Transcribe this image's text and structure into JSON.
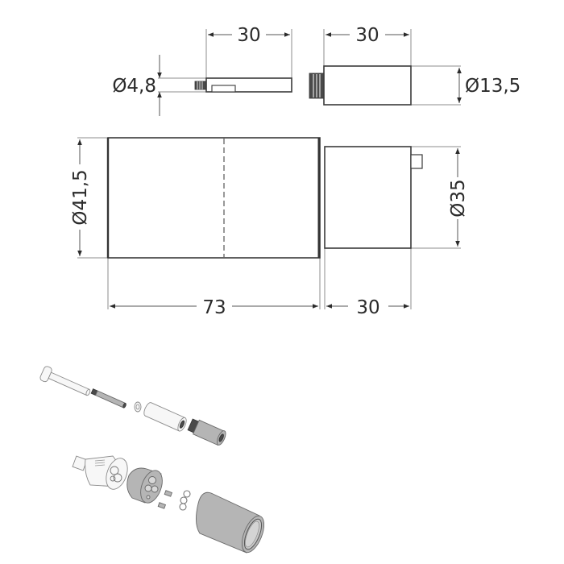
{
  "drawing": {
    "units": "mm",
    "colors": {
      "line": "#3a3a3a",
      "dimension": "#555555",
      "text": "#2b2b2b",
      "part_gray": "#b5b5b5",
      "background": "#ffffff"
    },
    "views": {
      "spindle_extension": {
        "length_label": "30",
        "diameter_label": "Ø4,8"
      },
      "threaded_extension": {
        "length_label": "30",
        "diameter_label": "Ø13,5"
      },
      "main_sleeve": {
        "length_label": "73",
        "diameter_label": "Ø41,5"
      },
      "handle": {
        "length_label": "30",
        "diameter_label": "Ø35"
      }
    },
    "exploded_view": {
      "upper_assembly": [
        "screw",
        "spindle-extension",
        "washer",
        "sleeve-extension",
        "threaded-adapter"
      ],
      "lower_assembly": [
        "cartridge",
        "adapter-disc",
        "pins",
        "o-rings",
        "cover-sleeve"
      ]
    }
  }
}
